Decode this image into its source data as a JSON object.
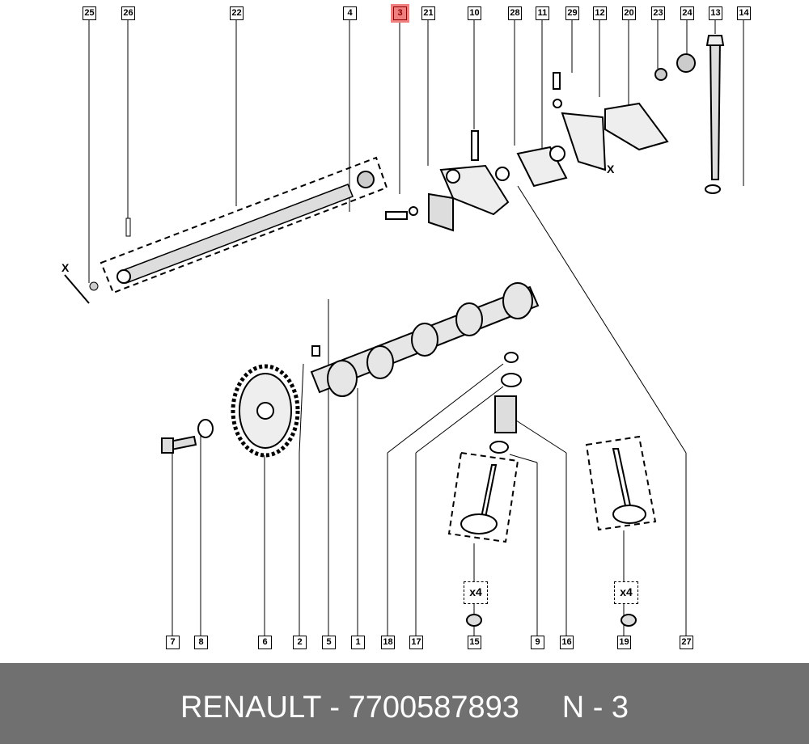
{
  "callouts_top": [
    "25",
    "26",
    "22",
    "4",
    "3",
    "21",
    "10",
    "28",
    "11",
    "29",
    "12",
    "20",
    "23",
    "24",
    "13",
    "14"
  ],
  "callouts_bottom": [
    "7",
    "8",
    "6",
    "2",
    "5",
    "1",
    "18",
    "17",
    "15",
    "9",
    "16",
    "19",
    "27"
  ],
  "highlighted": "3",
  "quantity_labels": [
    "x4",
    "x4"
  ],
  "axis_marks": [
    "X",
    "X"
  ],
  "footer": {
    "brand": "RENAULT",
    "part_number": "7700587893",
    "reference": "N - 3",
    "text": "RENAULT - 7700587893     N - 3"
  },
  "colors": {
    "highlight": "#f08080",
    "footer_bg": "#707070"
  }
}
